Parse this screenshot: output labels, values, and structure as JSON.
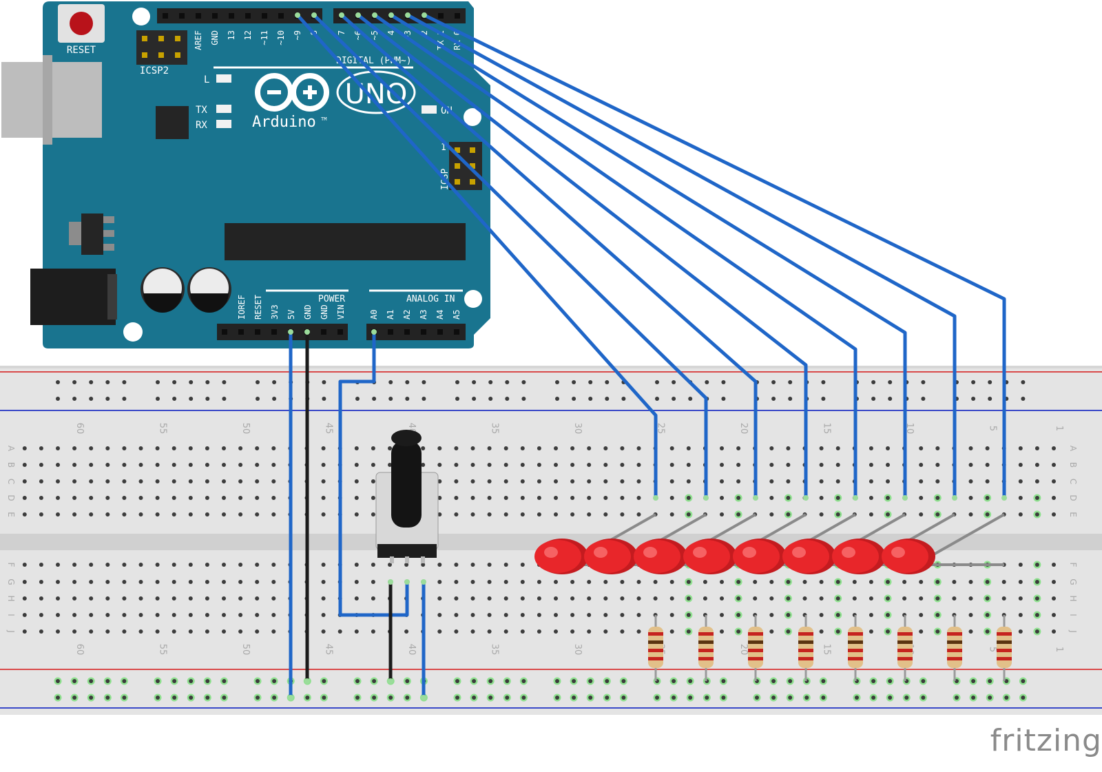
{
  "arduino": {
    "logo_uno": "UNO",
    "logo_brand": "Arduino",
    "logo_tm": "TM",
    "reset_label": "RESET",
    "icsp2_label": "ICSP2",
    "icsp_label": "ICSP",
    "icsp_pin1": "1",
    "led_l": "L",
    "led_tx": "TX",
    "led_rx": "RX",
    "led_on": "ON",
    "digital_label": "DIGITAL (PWM~)",
    "power_label": "POWER",
    "analog_label": "ANALOG IN",
    "digital_pins_left": [
      "AREF",
      "GND",
      "13",
      "12",
      "~11",
      "~10",
      "~9",
      "8"
    ],
    "digital_pins_right": [
      "7",
      "~6",
      "~5",
      "4",
      "~3",
      "2",
      "TX 1",
      "RX 0"
    ],
    "power_pins": [
      "IOREF",
      "RESET",
      "3V3",
      "5V",
      "GND",
      "GND",
      "VIN"
    ],
    "analog_pins": [
      "A0",
      "A1",
      "A2",
      "A3",
      "A4",
      "A5"
    ]
  },
  "breadboard": {
    "column_numbers": [
      "60",
      "55",
      "50",
      "45",
      "40",
      "35",
      "30",
      "25",
      "20",
      "15",
      "10",
      "5",
      "1"
    ],
    "row_letters_top": [
      "A",
      "B",
      "C",
      "D",
      "E"
    ],
    "row_letters_bottom": [
      "F",
      "G",
      "H",
      "I",
      "J"
    ]
  },
  "components": {
    "led_count": 8,
    "resistor_count": 8,
    "potentiometer_count": 1
  },
  "colors": {
    "board": "#19748f",
    "wire_blue": "#1f66c8",
    "wire_black": "#1b1b1b",
    "led_red": "#e8262a",
    "rail_red": "#d94a4a",
    "rail_blue": "#3a49c8",
    "breadboard": "#e4e4e4"
  },
  "watermark": "fritzing"
}
